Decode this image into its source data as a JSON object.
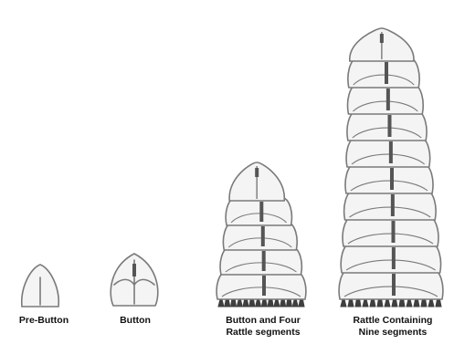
{
  "stages": [
    {
      "id": "pre-button",
      "label_lines": [
        "Pre-Button"
      ],
      "segments": 0
    },
    {
      "id": "button",
      "label_lines": [
        "Button"
      ],
      "segments": 0
    },
    {
      "id": "button-four",
      "label_lines": [
        "Button and Four",
        "Rattle segments"
      ],
      "segments": 4
    },
    {
      "id": "nine-segments",
      "label_lines": [
        "Rattle Containing",
        "Nine segments"
      ],
      "segments": 9
    }
  ],
  "colors": {
    "outline": "#7a7a7a",
    "fill": "#f4f4f4",
    "keel": "#555555",
    "tail_scales": "#3f3f3f"
  }
}
